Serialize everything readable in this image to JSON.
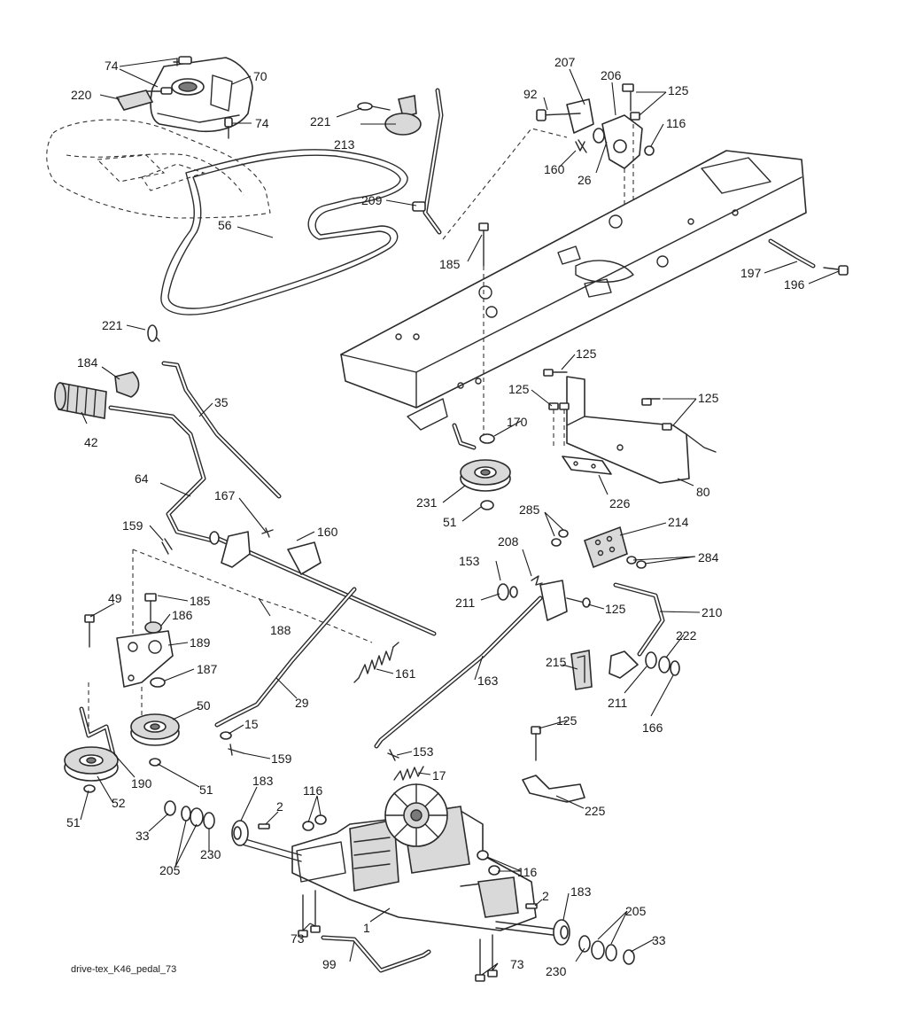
{
  "drawing": {
    "caption": "drive-tex_K46_pedal_73",
    "callouts": [
      {
        "id": "c70",
        "text": "70"
      },
      {
        "id": "c74a",
        "text": "74"
      },
      {
        "id": "c74b",
        "text": "74"
      },
      {
        "id": "c220",
        "text": "220"
      },
      {
        "id": "c221a",
        "text": "221"
      },
      {
        "id": "c213",
        "text": "213"
      },
      {
        "id": "c56",
        "text": "56"
      },
      {
        "id": "c209",
        "text": "209"
      },
      {
        "id": "c92",
        "text": "92"
      },
      {
        "id": "c207",
        "text": "207"
      },
      {
        "id": "c206",
        "text": "206"
      },
      {
        "id": "c125a",
        "text": "125"
      },
      {
        "id": "c116a",
        "text": "116"
      },
      {
        "id": "c160a",
        "text": "160"
      },
      {
        "id": "c26",
        "text": "26"
      },
      {
        "id": "c185a",
        "text": "185"
      },
      {
        "id": "c197",
        "text": "197"
      },
      {
        "id": "c196",
        "text": "196"
      },
      {
        "id": "c221b",
        "text": "221"
      },
      {
        "id": "c184",
        "text": "184"
      },
      {
        "id": "c42",
        "text": "42"
      },
      {
        "id": "c35",
        "text": "35"
      },
      {
        "id": "c125b",
        "text": "125"
      },
      {
        "id": "c125c",
        "text": "125"
      },
      {
        "id": "c125d",
        "text": "125"
      },
      {
        "id": "c170",
        "text": "170"
      },
      {
        "id": "c80",
        "text": "80"
      },
      {
        "id": "c231",
        "text": "231"
      },
      {
        "id": "c226",
        "text": "226"
      },
      {
        "id": "c51a",
        "text": "51"
      },
      {
        "id": "c64",
        "text": "64"
      },
      {
        "id": "c167",
        "text": "167"
      },
      {
        "id": "c160b",
        "text": "160"
      },
      {
        "id": "c159a",
        "text": "159"
      },
      {
        "id": "c285",
        "text": "285"
      },
      {
        "id": "c214",
        "text": "214"
      },
      {
        "id": "c208",
        "text": "208"
      },
      {
        "id": "c284",
        "text": "284"
      },
      {
        "id": "c153a",
        "text": "153"
      },
      {
        "id": "c49",
        "text": "49"
      },
      {
        "id": "c185b",
        "text": "185"
      },
      {
        "id": "c186",
        "text": "186"
      },
      {
        "id": "c189",
        "text": "189"
      },
      {
        "id": "c188",
        "text": "188"
      },
      {
        "id": "c211a",
        "text": "211"
      },
      {
        "id": "c125e",
        "text": "125"
      },
      {
        "id": "c210",
        "text": "210"
      },
      {
        "id": "c222",
        "text": "222"
      },
      {
        "id": "c187",
        "text": "187"
      },
      {
        "id": "c161",
        "text": "161"
      },
      {
        "id": "c215",
        "text": "215"
      },
      {
        "id": "c163",
        "text": "163"
      },
      {
        "id": "c211b",
        "text": "211"
      },
      {
        "id": "c166",
        "text": "166"
      },
      {
        "id": "c50",
        "text": "50"
      },
      {
        "id": "c29",
        "text": "29"
      },
      {
        "id": "c15",
        "text": "15"
      },
      {
        "id": "c159b",
        "text": "159"
      },
      {
        "id": "c125f",
        "text": "125"
      },
      {
        "id": "c153b",
        "text": "153"
      },
      {
        "id": "c17",
        "text": "17"
      },
      {
        "id": "c190",
        "text": "190"
      },
      {
        "id": "c51b",
        "text": "51"
      },
      {
        "id": "c52",
        "text": "52"
      },
      {
        "id": "c51c",
        "text": "51"
      },
      {
        "id": "c225",
        "text": "225"
      },
      {
        "id": "c183a",
        "text": "183"
      },
      {
        "id": "c116b",
        "text": "116"
      },
      {
        "id": "c2a",
        "text": "2"
      },
      {
        "id": "c33a",
        "text": "33"
      },
      {
        "id": "c205a",
        "text": "205"
      },
      {
        "id": "c230a",
        "text": "230"
      },
      {
        "id": "c116c",
        "text": "116"
      },
      {
        "id": "c2b",
        "text": "2"
      },
      {
        "id": "c183b",
        "text": "183"
      },
      {
        "id": "c205b",
        "text": "205"
      },
      {
        "id": "c73a",
        "text": "73"
      },
      {
        "id": "c1",
        "text": "1"
      },
      {
        "id": "c33b",
        "text": "33"
      },
      {
        "id": "c99",
        "text": "99"
      },
      {
        "id": "c73b",
        "text": "73"
      },
      {
        "id": "c230b",
        "text": "230"
      }
    ]
  }
}
